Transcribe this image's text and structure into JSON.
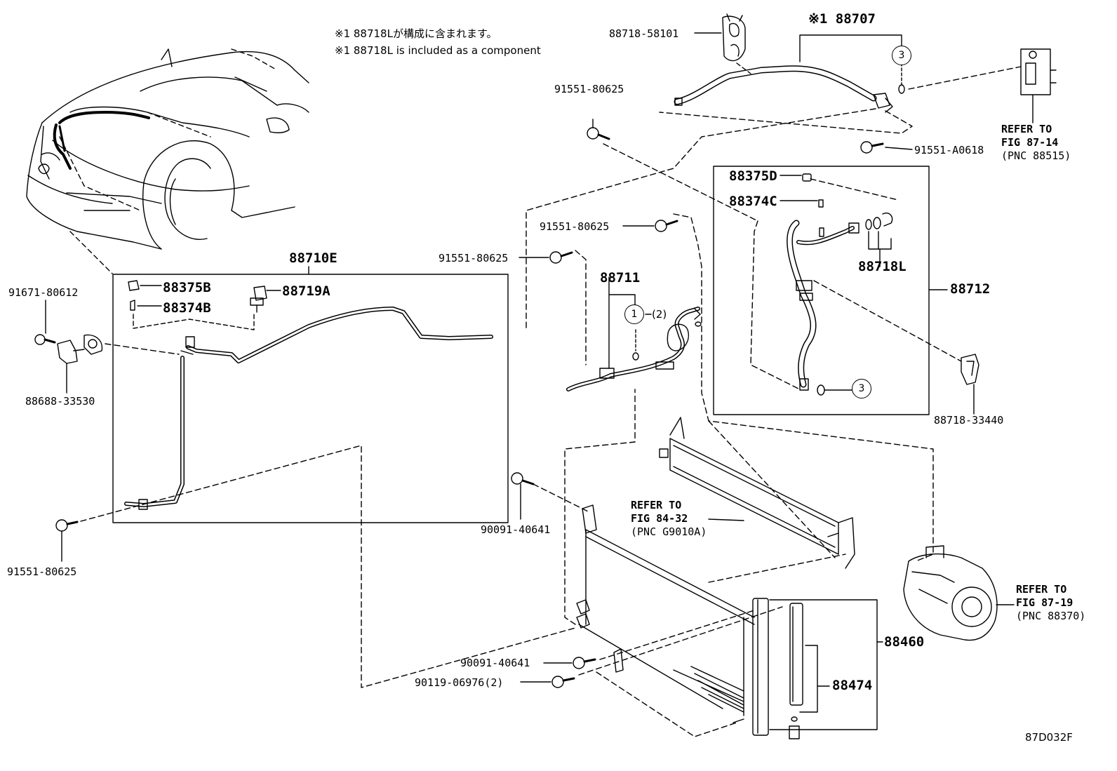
{
  "notes": {
    "line1": "※1 88718Lが構成に含まれます。",
    "line2": "※1 88718L is included as a component"
  },
  "labels": {
    "p88718_58101": "88718-58101",
    "p88707": "※1 88707",
    "p91551_80625_top": "91551-80625",
    "p91551_A0618": "91551-A0618",
    "p88375D": "88375D",
    "p88374C": "88374C",
    "p88718L": "88718L",
    "p88712": "88712",
    "p88718_33440": "88718-33440",
    "p91551_80625_mid": "91551-80625",
    "p91551_80625_mid2": "91551-80625",
    "p88711": "88711",
    "p88710E": "88710E",
    "p91671_80612": "91671-80612",
    "p88375B": "88375B",
    "p88374B": "88374B",
    "p88719A": "88719A",
    "p88688_33530": "88688-33530",
    "p91551_80625_left": "91551-80625",
    "p90091_40641_a": "90091-40641",
    "p90091_40641_b": "90091-40641",
    "p90119_06976": "90119-06976(2)",
    "p88460": "88460",
    "p88474": "88474",
    "fig_code": "87D032F"
  },
  "refs": {
    "ref1": {
      "l1": "REFER TO",
      "l2": "FIG 87-14",
      "l3": "(PNC 88515)"
    },
    "ref2": {
      "l1": "REFER TO",
      "l2": "FIG 84-32",
      "l3": "(PNC G9010A)"
    },
    "ref3": {
      "l1": "REFER TO",
      "l2": "FIG 87-19",
      "l3": "(PNC 88370)"
    }
  },
  "circles": {
    "c3a": "3",
    "c3b": "3",
    "c1": "1",
    "qty": "(2)"
  }
}
